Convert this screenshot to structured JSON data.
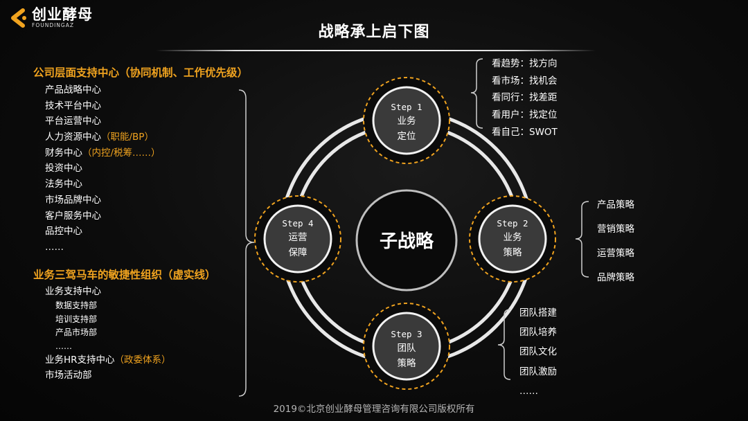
{
  "logo": {
    "name": "创业酵母",
    "sub": "FOUNDINGAZ"
  },
  "title": "战略承上启下图",
  "left": {
    "section1": {
      "heading": "公司层面支持中心（协同机制、工作优先级）",
      "items": [
        {
          "text": "产品战略中心",
          "note": ""
        },
        {
          "text": "技术平台中心",
          "note": ""
        },
        {
          "text": "平台运营中心",
          "note": ""
        },
        {
          "text": "人力资源中心",
          "note": "（职能/BP）"
        },
        {
          "text": "财务中心",
          "note": "（内控/税筹……）"
        },
        {
          "text": "投资中心",
          "note": ""
        },
        {
          "text": "法务中心",
          "note": ""
        },
        {
          "text": "市场品牌中心",
          "note": ""
        },
        {
          "text": "客户服务中心",
          "note": ""
        },
        {
          "text": "品控中心",
          "note": ""
        },
        {
          "text": "……",
          "note": ""
        }
      ]
    },
    "section2": {
      "heading": "业务三驾马车的敏捷性组织（虚实线）",
      "item1": "业务支持中心",
      "subitems": [
        "数据支持部",
        "培训支持部",
        "产品市场部",
        "……"
      ],
      "items2": [
        {
          "text": "业务HR支持中心",
          "note": "（政委体系）"
        },
        {
          "text": "市场活动部",
          "note": ""
        }
      ]
    }
  },
  "center": {
    "label": "子战略"
  },
  "steps": [
    {
      "step": "Step 1",
      "line1": "业务",
      "line2": "定位"
    },
    {
      "step": "Step 2",
      "line1": "业务",
      "line2": "策略"
    },
    {
      "step": "Step 3",
      "line1": "团队",
      "line2": "策略"
    },
    {
      "step": "Step 4",
      "line1": "运营",
      "line2": "保障"
    }
  ],
  "right": {
    "step1_items": [
      "看趋势：找方向",
      "看市场：找机会",
      "看同行：找差距",
      "看用户：找定位",
      "看自己：SWOT"
    ],
    "step2_items": [
      "产品策略",
      "营销策略",
      "运营策略",
      "品牌策略"
    ],
    "step3_items": [
      "团队搭建",
      "团队培养",
      "团队文化",
      "团队激励",
      "……"
    ]
  },
  "footer": "2019©北京创业酵母管理咨询有限公司版权所有",
  "colors": {
    "accent": "#f0a31f",
    "ring": "#e8e8e8",
    "background": "#0c0c0c",
    "node_fill": "#3a3a3a"
  }
}
